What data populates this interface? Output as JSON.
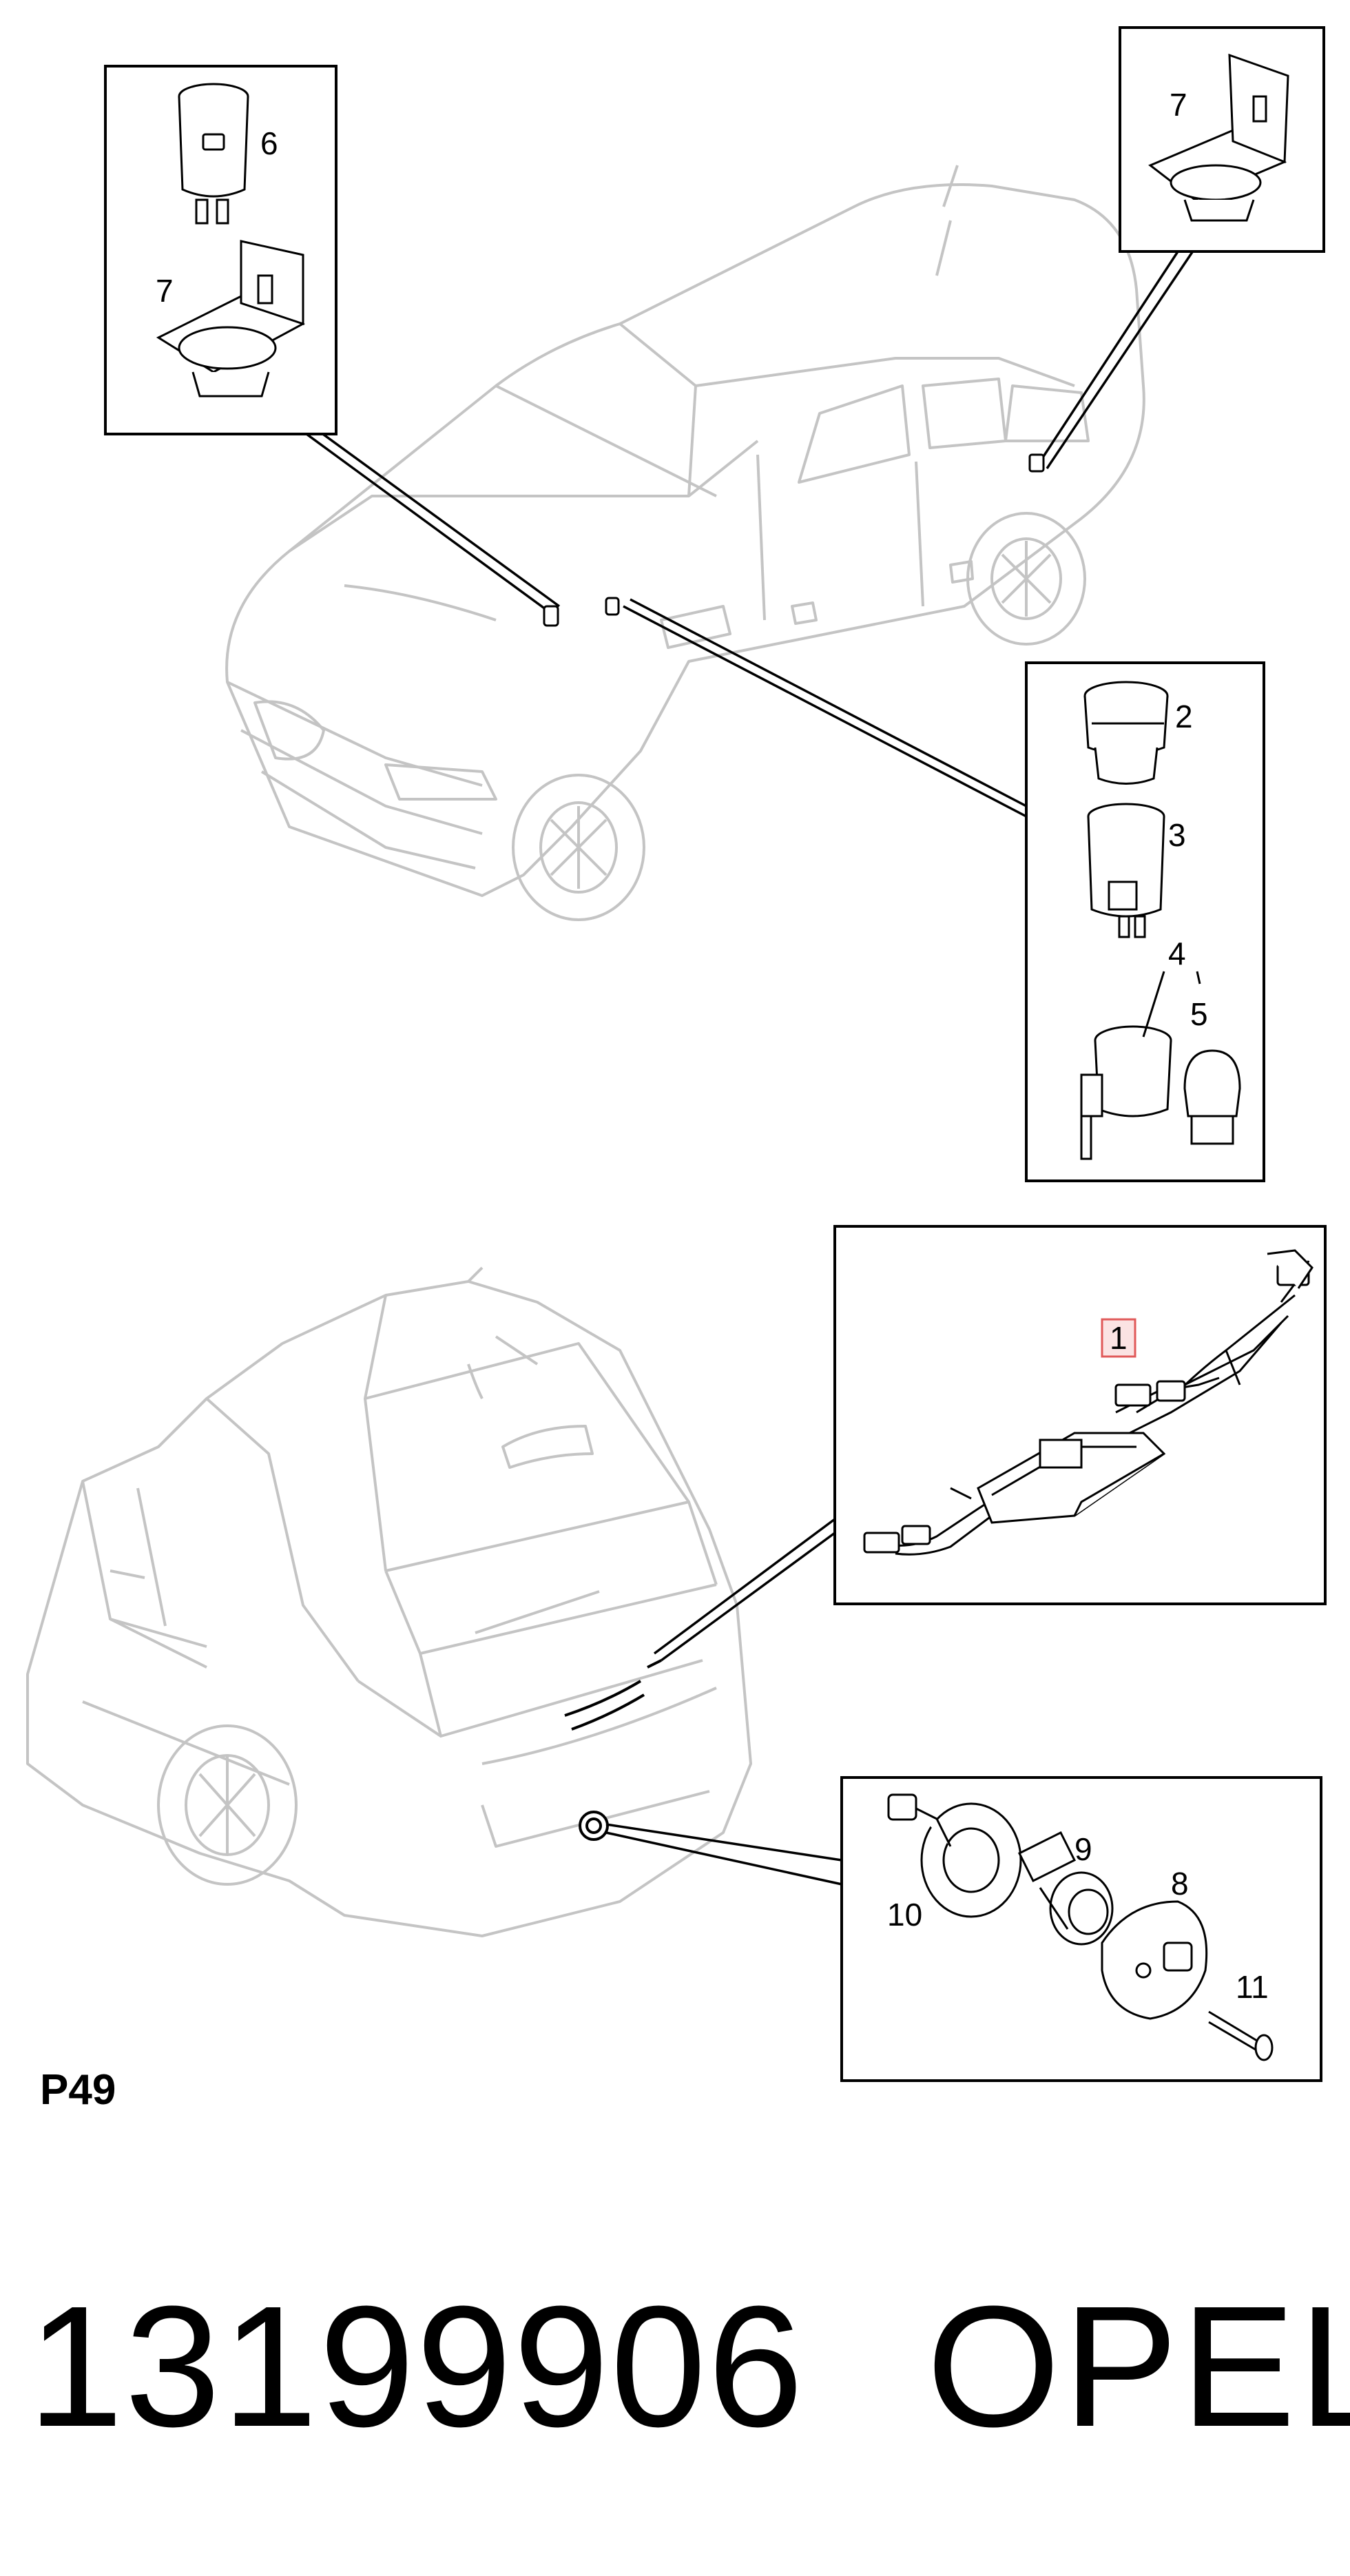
{
  "diagram_label": "P49",
  "part_number": "13199906",
  "brand": "OPEL",
  "callouts": {
    "c1": "1",
    "c2": "2",
    "c3": "3",
    "c4": "4",
    "c5": "5",
    "c6": "6",
    "c7a": "7",
    "c7b": "7",
    "c8": "8",
    "c9": "9",
    "c10": "10",
    "c11": "11"
  },
  "colors": {
    "line_art_light": "#c8c8c8",
    "line_art_dark": "#000000",
    "highlight_box": "#e05a5a",
    "highlight_fill": "#fbe3e3"
  }
}
